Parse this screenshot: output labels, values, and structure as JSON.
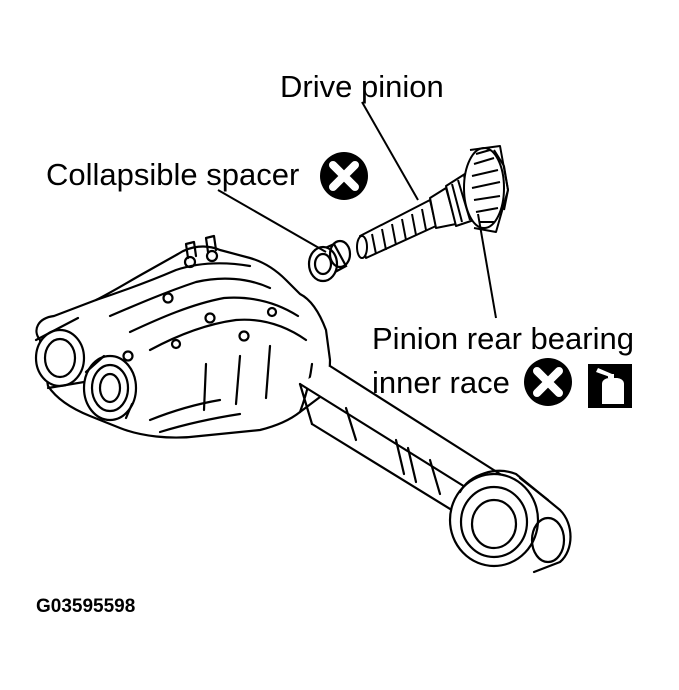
{
  "labels": {
    "drive_pinion": "Drive pinion",
    "collapsible_spacer": "Collapsible spacer",
    "pinion_rear_bearing_line1": "Pinion rear bearing",
    "pinion_rear_bearing_line2": "inner race"
  },
  "figure_code": "G03595598",
  "symbols": {
    "do_not_reuse": "do-not-reuse-icon",
    "apply_oil": "oil-can-icon"
  },
  "colors": {
    "ink": "#000000",
    "paper": "#ffffff"
  }
}
